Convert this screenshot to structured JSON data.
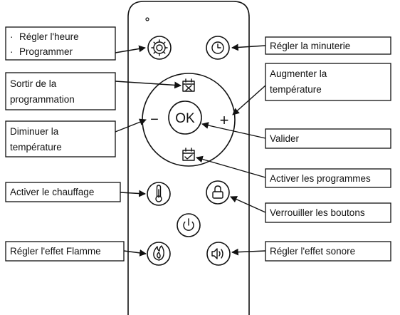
{
  "labels": {
    "set_time": "Régler l'heure",
    "program": "Programmer",
    "set_timer": "Régler la minuterie",
    "exit_programming": "Sortir de la",
    "exit_programming_2": "programmation",
    "increase_temp": "Augmenter la",
    "increase_temp_2": "température",
    "decrease_temp": "Diminuer la",
    "decrease_temp_2": "température",
    "validate": "Valider",
    "activate_programs": "Activer les programmes",
    "activate_heating": "Activer le chauffage",
    "lock_buttons": "Verrouiller les boutons",
    "flame_effect": "Régler l'effet Flamme",
    "sound_effect": "Régler l'effet sonore"
  },
  "remote": {
    "ok": "OK",
    "plus": "+",
    "minus": "−",
    "bullet": "·"
  }
}
